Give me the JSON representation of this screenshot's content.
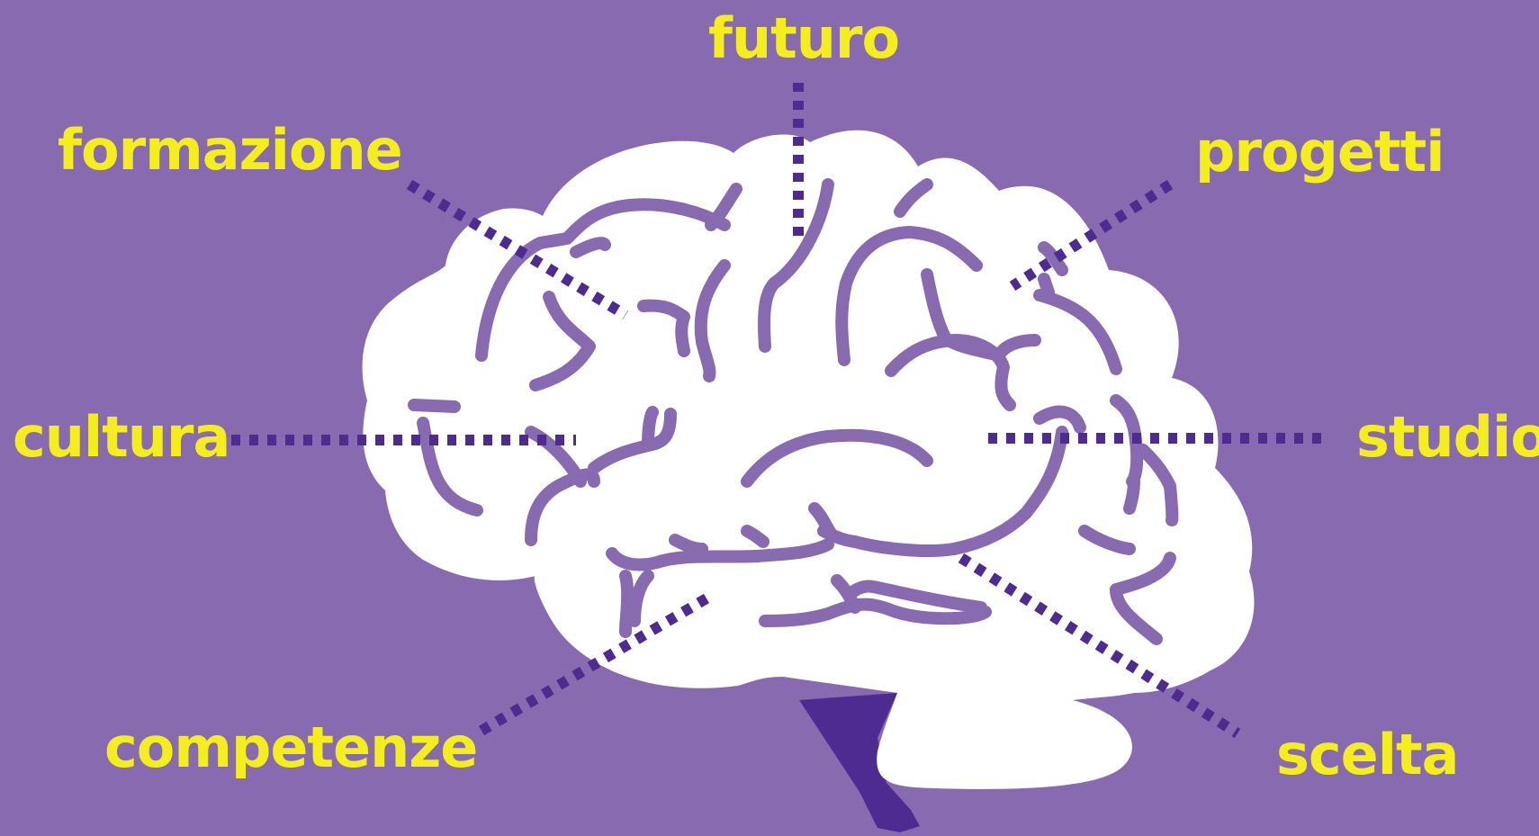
{
  "colors": {
    "background": "#876aaf",
    "brain": "#ffffff",
    "fold": "#876aaf",
    "connector": "#4e2b91",
    "label": "#f4ee1c"
  },
  "labels": {
    "futuro": "futuro",
    "formazione": "formazione",
    "progetti": "progetti",
    "cultura": "cultura",
    "studio": "studio",
    "competenze": "competenze",
    "scelta": "scelta"
  }
}
